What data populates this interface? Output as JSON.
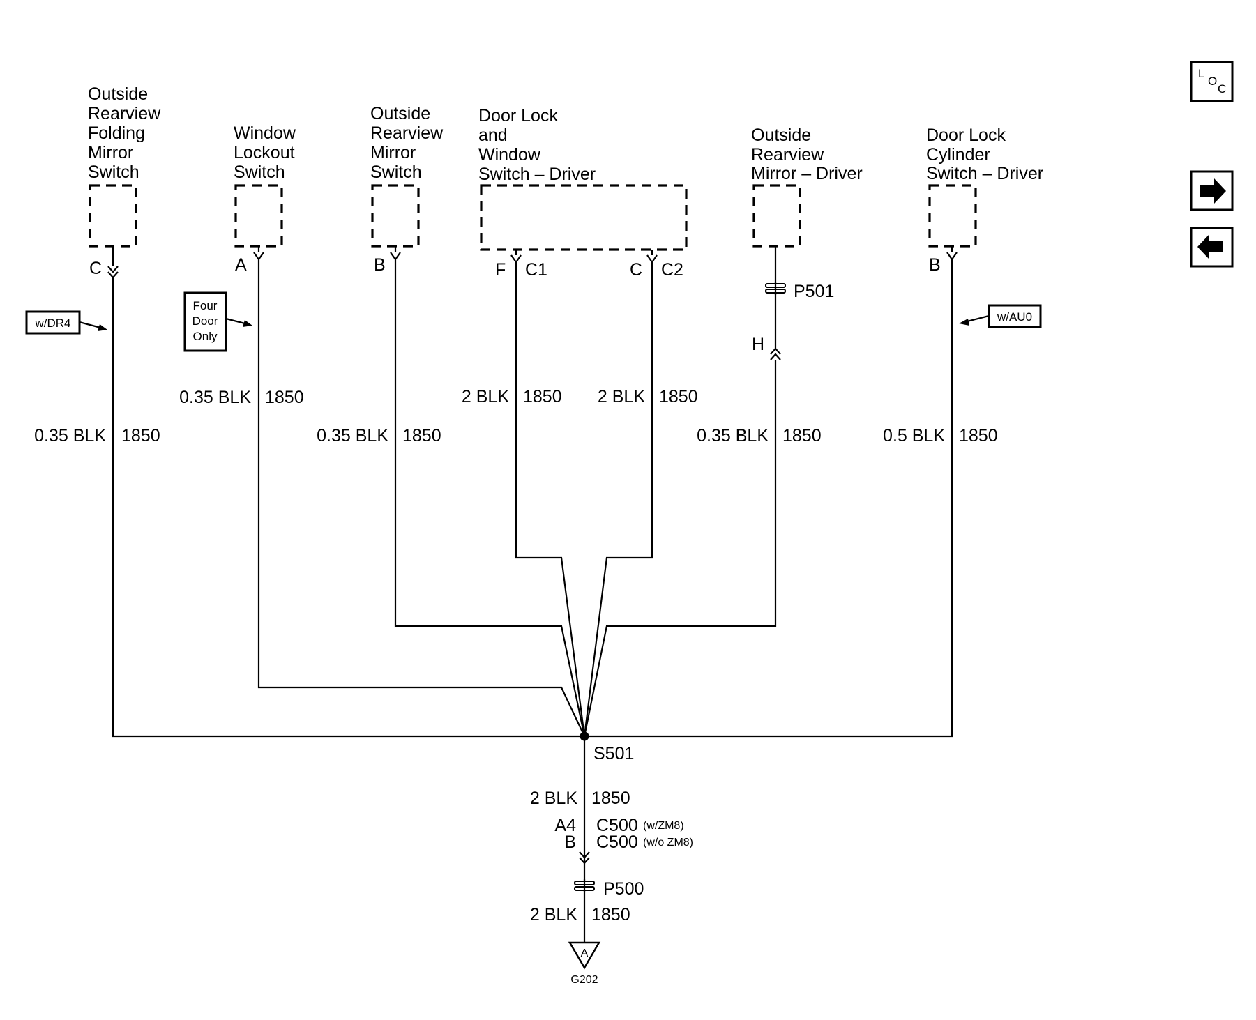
{
  "components": {
    "folding_mirror_switch": [
      "Outside",
      "Rearview",
      "Folding",
      "Mirror",
      "Switch"
    ],
    "window_lockout_switch": [
      "Window",
      "Lockout",
      "Switch"
    ],
    "mirror_switch": [
      "Outside",
      "Rearview",
      "Mirror",
      "Switch"
    ],
    "door_lock_window_switch": [
      "Door Lock",
      "and",
      "Window",
      "Switch – Driver"
    ],
    "mirror_driver": [
      "Outside",
      "Rearview",
      "Mirror – Driver"
    ],
    "lock_cylinder_switch": [
      "Door Lock",
      "Cylinder",
      "Switch – Driver"
    ]
  },
  "pins": {
    "folding_mirror": "C",
    "window_lockout": "A",
    "mirror_switch": "B",
    "door_switch_f": "F",
    "door_switch_c1": "C1",
    "door_switch_c": "C",
    "door_switch_c2": "C2",
    "mirror_driver_h": "H",
    "lock_cylinder": "B"
  },
  "option_notes": {
    "dr4": "w/DR4",
    "four_door": [
      "Four",
      "Door",
      "Only"
    ],
    "au0": "w/AU0"
  },
  "wires": {
    "folding_mirror": {
      "gauge": "0.35 BLK",
      "circuit": "1850"
    },
    "window_lockout": {
      "gauge": "0.35 BLK",
      "circuit": "1850"
    },
    "mirror_switch": {
      "gauge": "0.35 BLK",
      "circuit": "1850"
    },
    "door_switch_f": {
      "gauge": "2 BLK",
      "circuit": "1850"
    },
    "door_switch_c": {
      "gauge": "2 BLK",
      "circuit": "1850"
    },
    "mirror_driver": {
      "gauge": "0.35 BLK",
      "circuit": "1850"
    },
    "lock_cylinder": {
      "gauge": "0.5 BLK",
      "circuit": "1850"
    },
    "splice_to_c500": {
      "gauge": "2 BLK",
      "circuit": "1850"
    },
    "p500_to_ground": {
      "gauge": "2 BLK",
      "circuit": "1850"
    }
  },
  "splice": "S501",
  "connectors": {
    "p501": "P501",
    "p500": "P500",
    "c500_pin_a4": "A4",
    "c500_pin_b": "B",
    "c500_with": "C500",
    "c500_with_note": "(w/ZM8)",
    "c500_without": "C500",
    "c500_without_note": "(w/o ZM8)"
  },
  "ground": {
    "letter": "A",
    "name": "G202"
  },
  "nav": {
    "loc_l": "L",
    "loc_o": "O",
    "loc_c": "C",
    "next_icon": "right-arrow-icon",
    "prev_icon": "left-arrow-icon"
  }
}
